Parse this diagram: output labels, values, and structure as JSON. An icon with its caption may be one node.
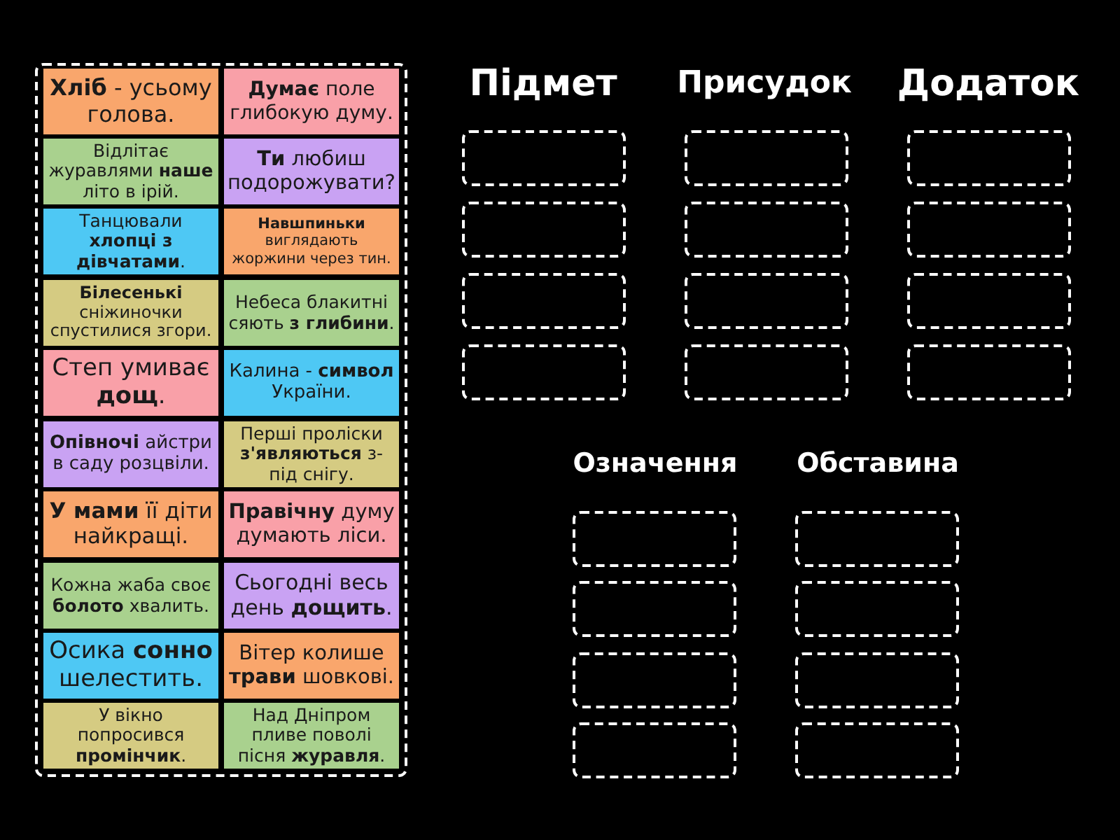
{
  "diagram": {
    "nodes": [
      {
        "text": [],
        "shape": "box"
      },
      {
        "text": [
          "**Хліб** - усьому голова."
        ],
        "in": 0
      },
      {
        "text": [
          "**Думає** поле глибокую думу."
        ],
        "in": 0
      },
      {
        "text": [
          "Відлітає журавлями **наше** літо в ірій."
        ],
        "in": 0
      },
      {
        "text": [
          "**Ти** любиш подорожувати?"
        ],
        "in": 0
      },
      {
        "text": [
          "Танцювали **хлопці з дівчатами**."
        ],
        "in": 0
      },
      {
        "text": [
          "**Навшпиньки** виглядають жоржини через тин."
        ],
        "in": 0
      },
      {
        "text": [
          "**Білесенькі** сніжиночки спустилися згори."
        ],
        "in": 0
      },
      {
        "text": [
          "Небеса блакитні сяють **з глибини**."
        ],
        "in": 0
      },
      {
        "text": [
          "Степ умиває **дощ**."
        ],
        "in": 0
      },
      {
        "text": [
          "Калина - **символ** України."
        ],
        "in": 0
      },
      {
        "text": [
          "**Опівночі** айстри в саду розцвіли."
        ],
        "in": 0
      },
      {
        "text": [
          "Перші проліски **з'являються** з-під снігу."
        ],
        "in": 0
      },
      {
        "text": [
          "**У мами** її діти найкращі."
        ],
        "in": 0
      },
      {
        "text": [
          "**Правічну** думу думають ліси."
        ],
        "in": 0
      },
      {
        "text": [
          "Кожна жаба своє **болото** хвалить."
        ],
        "in": 0
      },
      {
        "text": [
          "Сьогодні весь день **дощить**."
        ],
        "in": 0
      },
      {
        "text": [
          "Осика **сонно** шелестить."
        ],
        "in": 0
      },
      {
        "text": [
          "Вітер колише **трави** шовкові."
        ],
        "in": 0
      },
      {
        "text": [
          "У вікно попросився **промінчик**."
        ],
        "in": 0
      },
      {
        "text": [
          "Над Дніпром пливе поволі пісня **журавля**."
        ],
        "in": 0
      },
      {
        "text": [],
        "shape": "box"
      },
      {
        "text": [],
        "shape": "box"
      },
      {
        "text": [],
        "shape": "box"
      },
      {
        "text": [],
        "shape": "box"
      },
      {
        "text": [],
        "shape": "box"
      },
      {
        "text": [],
        "shape": "box"
      },
      {
        "text": [],
        "shape": "box"
      },
      {
        "text": [],
        "shape": "box"
      },
      {
        "text": [],
        "shape": "box"
      },
      {
        "text": [],
        "shape": "box"
      },
      {
        "text": [],
        "shape": "box"
      },
      {
        "text": [],
        "shape": "box"
      },
      {
        "text": [],
        "shape": "box"
      },
      {
        "text": [],
        "shape": "box"
      },
      {
        "text": [],
        "shape": "box"
      },
      {
        "text": [],
        "shape": "box"
      },
      {
        "text": [],
        "shape": "box"
      },
      {
        "text": [],
        "shape": "box"
      },
      {
        "text": [],
        "shape": "box"
      },
      {
        "text": [],
        "shape": "box"
      }
    ],
    "edges": [],
    "labels": [
      "Підмет",
      "Присудок",
      "Додаток",
      "Означення",
      "Обставина"
    ]
  }
}
